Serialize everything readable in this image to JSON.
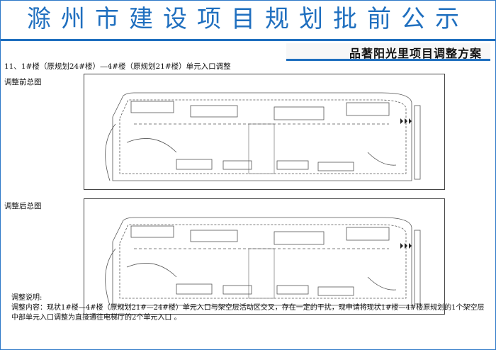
{
  "header": {
    "title": "滁州市建设项目规划批前公示",
    "subtitle": "品著阳光里项目调整方案"
  },
  "item_line": "11、1#楼（原规划24#楼）—4#楼（原规划21#楼）单元入口调整",
  "before": {
    "label": "调整前总图"
  },
  "after": {
    "label": "调整后总图"
  },
  "notes": {
    "heading": "调整说明:",
    "content": "调整内容：现状1#楼—4#楼（原规划21#—24#楼）单元入口与架空层活动区交叉，存在一定的干扰，现申请将现状1#楼—4#楼原规划的1个架空层中部单元入口调整为直接通往电梯厅的2个单元入口 。"
  },
  "colors": {
    "brand_blue": "#1f6fbf",
    "frame_blue": "#2d78c8"
  }
}
